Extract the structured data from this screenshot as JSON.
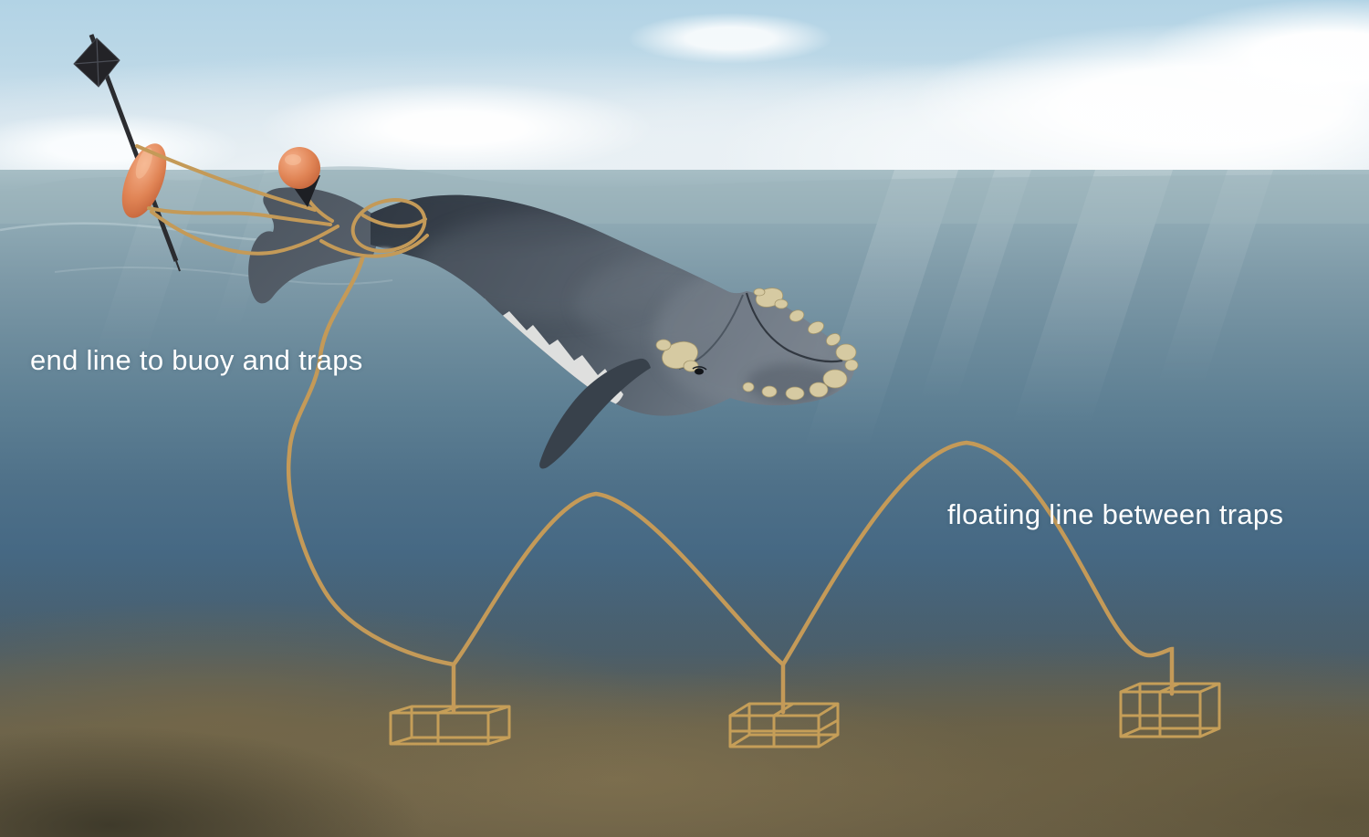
{
  "labels": {
    "end_line": "end line to buoy and traps",
    "floating_line": "floating line between traps"
  },
  "colors": {
    "rope": "#c49a58",
    "trap_frame": "#c59e58",
    "buoy_orange": "#e2855a",
    "flag_black": "#232327",
    "label_text": "#ffffff",
    "sky_blue": "#b5d4e5",
    "sea_surface": "#a3bac1",
    "sea_deep": "#34516d",
    "seafloor_brown": "#6e6349",
    "whale_body_dark": "#39424c",
    "whale_body_light": "#77818c",
    "whale_belly_white": "#e9eae7",
    "callosity": "#d6caa2"
  },
  "scene_elements": [
    {
      "name": "high-flyer-flag-staff"
    },
    {
      "name": "spindle-buoy"
    },
    {
      "name": "round-buoy"
    },
    {
      "name": "right-whale"
    },
    {
      "name": "end-line-rope"
    },
    {
      "name": "floating-line-rope"
    },
    {
      "name": "lobster-trap-1"
    },
    {
      "name": "lobster-trap-2"
    },
    {
      "name": "lobster-trap-3"
    }
  ]
}
